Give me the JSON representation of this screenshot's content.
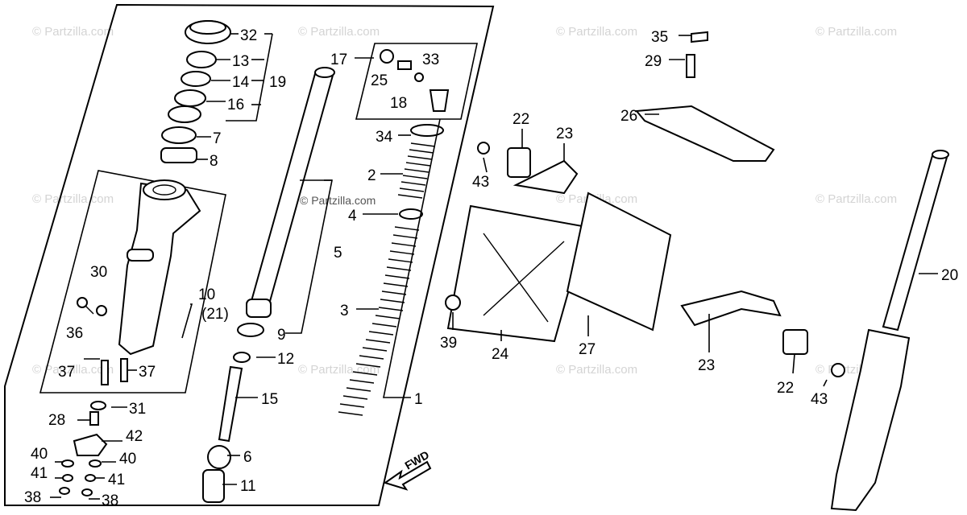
{
  "watermark": "© Partzilla.com",
  "fwd_label": "FWD",
  "callouts": {
    "c1": "1",
    "c2": "2",
    "c3": "3",
    "c4": "4",
    "c5": "5",
    "c6": "6",
    "c7": "7",
    "c8": "8",
    "c9": "9",
    "c10": "10",
    "c10_alt": "(21)",
    "c11": "11",
    "c12": "12",
    "c13": "13",
    "c14": "14",
    "c15": "15",
    "c16": "16",
    "c17": "17",
    "c18": "18",
    "c19": "19",
    "c20": "20",
    "c22a": "22",
    "c22b": "22",
    "c23a": "23",
    "c23b": "23",
    "c24": "24",
    "c25": "25",
    "c26": "26",
    "c27": "27",
    "c28": "28",
    "c29": "29",
    "c30": "30",
    "c31": "31",
    "c32": "32",
    "c33": "33",
    "c34": "34",
    "c35": "35",
    "c36": "36",
    "c37a": "37",
    "c37b": "37",
    "c38a": "38",
    "c38b": "38",
    "c39": "39",
    "c40a": "40",
    "c40b": "40",
    "c41a": "41",
    "c41b": "41",
    "c42": "42",
    "c43a": "43",
    "c43b": "43"
  }
}
